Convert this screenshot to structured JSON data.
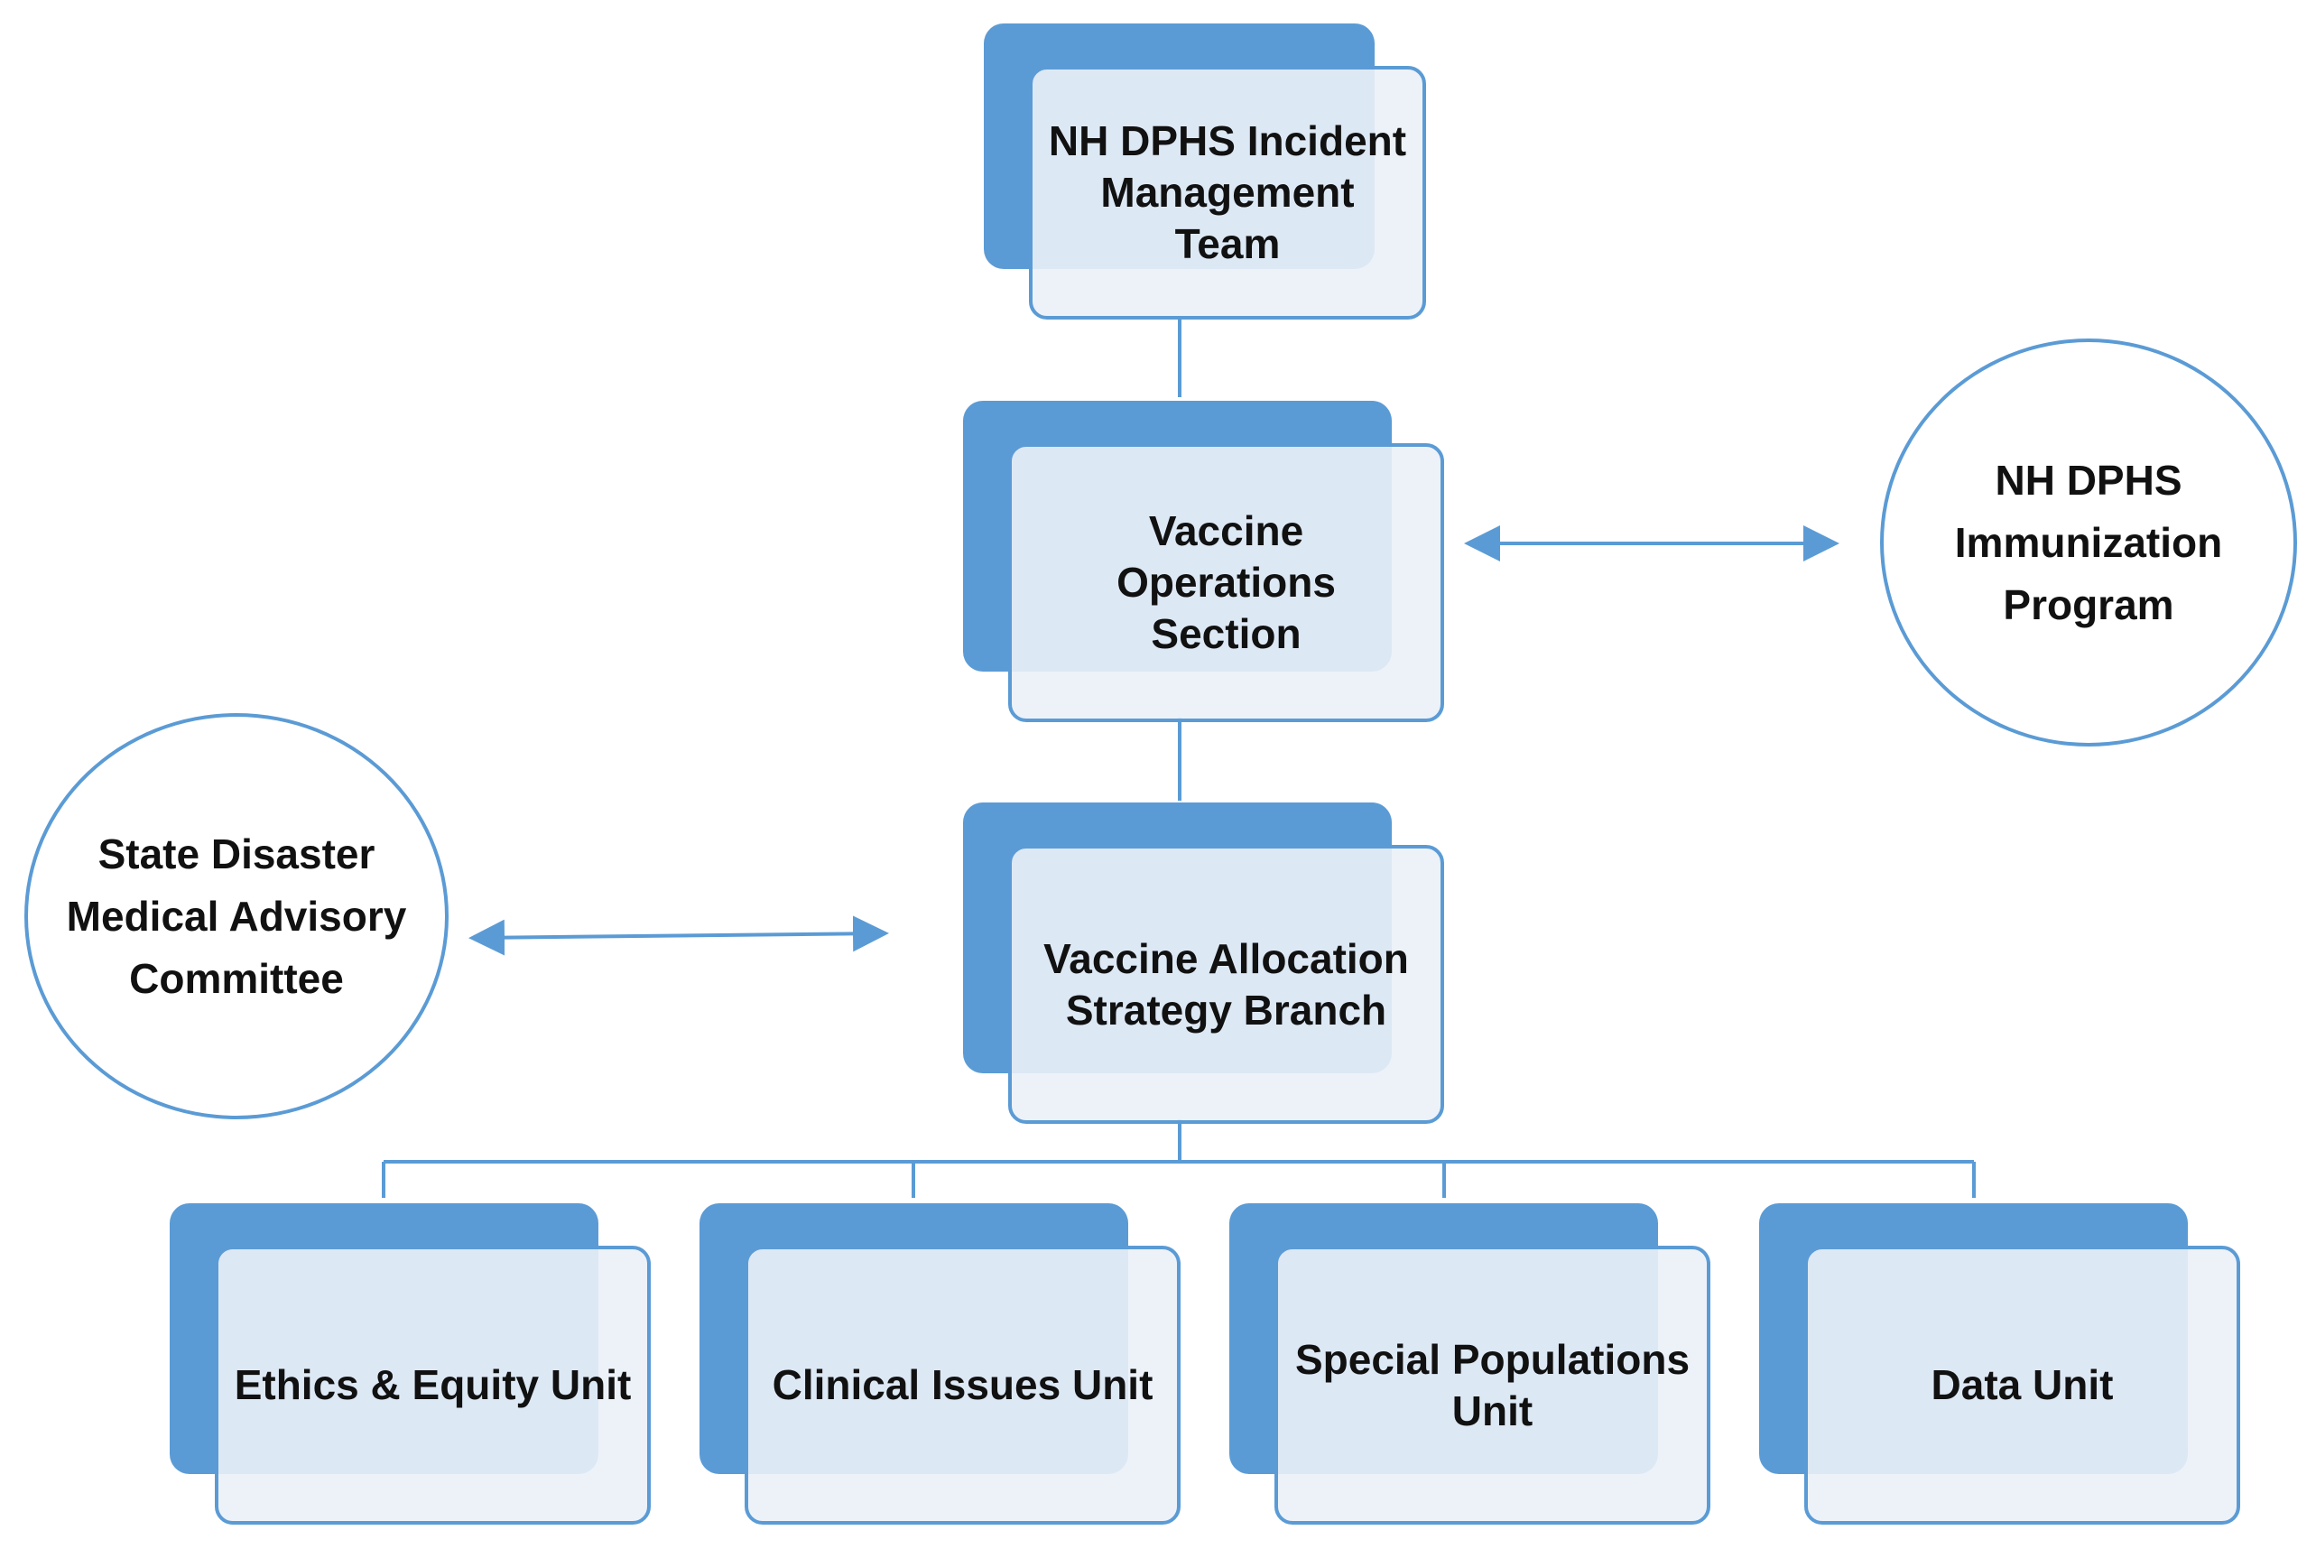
{
  "colors": {
    "accent": "#5b9bd5",
    "box_fill": "#ebf1f8",
    "text": "#111111"
  },
  "nodes": {
    "incident_management_team": "NH DPHS Incident Management Team",
    "vaccine_operations_section": "Vaccine Operations Section",
    "vaccine_allocation_strategy_branch": "Vaccine Allocation Strategy Branch",
    "ethics_equity_unit": "Ethics & Equity Unit",
    "clinical_issues_unit": "Clinical Issues Unit",
    "special_populations_unit": "Special Populations Unit",
    "data_unit": "Data Unit"
  },
  "partners": {
    "immunization_program": "NH DPHS Immunization Program",
    "disaster_medical_advisory_committee": "State Disaster Medical Advisory Committee"
  }
}
